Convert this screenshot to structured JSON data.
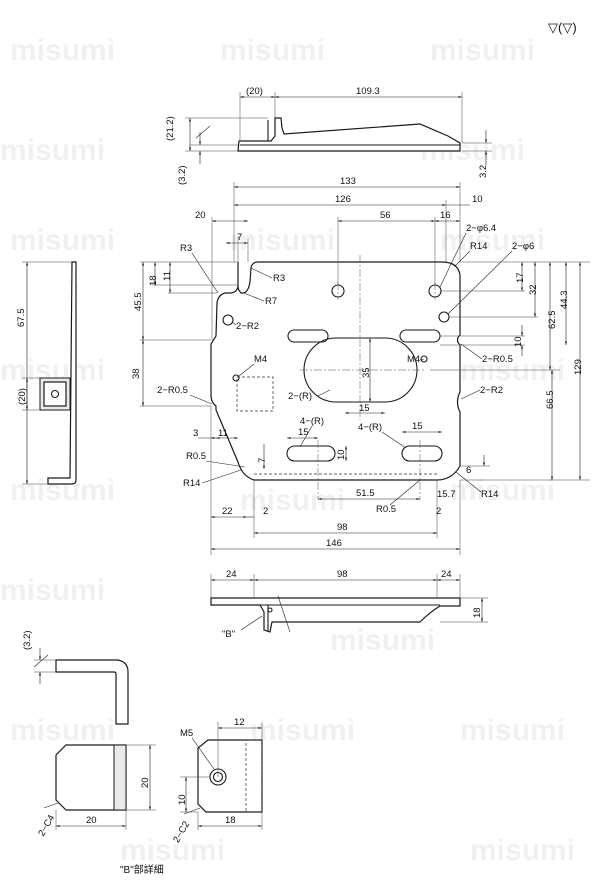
{
  "watermark": "misumi",
  "surface_symbol": "▽(▽)",
  "top_view": {
    "d_20": "(20)",
    "d_109_3": "109.3",
    "d_21_2": "(21.2)",
    "d_3_2_left": "(3.2)",
    "d_3_2_right": "3.2"
  },
  "main_view": {
    "d_133": "133",
    "d_126": "126",
    "d_10": "10",
    "d_20": "20",
    "d_56": "56",
    "d_16": "16",
    "hole_2_6_4": "2−φ6.4",
    "r14_top": "R14",
    "hole_2_6": "2−φ6",
    "r3_left": "R3",
    "r3_inner": "R3",
    "r7": "R7",
    "d_7": "7",
    "d_18": "18",
    "d_11": "11",
    "d_45_5": "45.5",
    "r2_2": "2−R2",
    "r0_5_left": "2−R0.5",
    "m4_left": "M4",
    "m4_right": "M4",
    "d_35": "35",
    "r_2": "2−(R)",
    "d_15_mid": "15",
    "d_17": "17",
    "d_32": "32",
    "d_44_3": "44.3",
    "d_62_5": "62.5",
    "d_10_right": "10",
    "r0_5_right": "2−R0.5",
    "r2_right": "2−R2",
    "d_129": "129",
    "d_66_5": "66.5",
    "d_38": "38",
    "d_3": "3",
    "d_11_b": "11",
    "slot_left": "4−(R)",
    "slot_right": "4−(R)",
    "d_15_left": "15",
    "d_15_right": "15",
    "d_10_slot": "10",
    "r0_5_bl": "R0.5",
    "d_7_b": "7",
    "r14_bl": "R14",
    "d_51_5": "51.5",
    "r0_5_br": "R0.5",
    "d_15_7": "15.7",
    "d_6": "6",
    "r14_br": "R14",
    "d_22": "22",
    "d_2_left": "2",
    "d_2_right": "2",
    "d_98": "98",
    "d_146": "146"
  },
  "side_view": {
    "d_67_5": "67.5",
    "d_20": "(20)"
  },
  "bottom_view": {
    "d_24_left": "24",
    "d_98": "98",
    "d_24_right": "24",
    "d_18": "18",
    "label_b": "\"B\""
  },
  "detail_b": {
    "d_3_2": "(3.2)",
    "d_20_h": "20",
    "d_20_w": "20",
    "c4": "2−C4",
    "m5": "M5",
    "d_12": "12",
    "d_10": "10",
    "c2": "2−C2",
    "d_18": "18",
    "caption": "\"B\"部詳細"
  }
}
